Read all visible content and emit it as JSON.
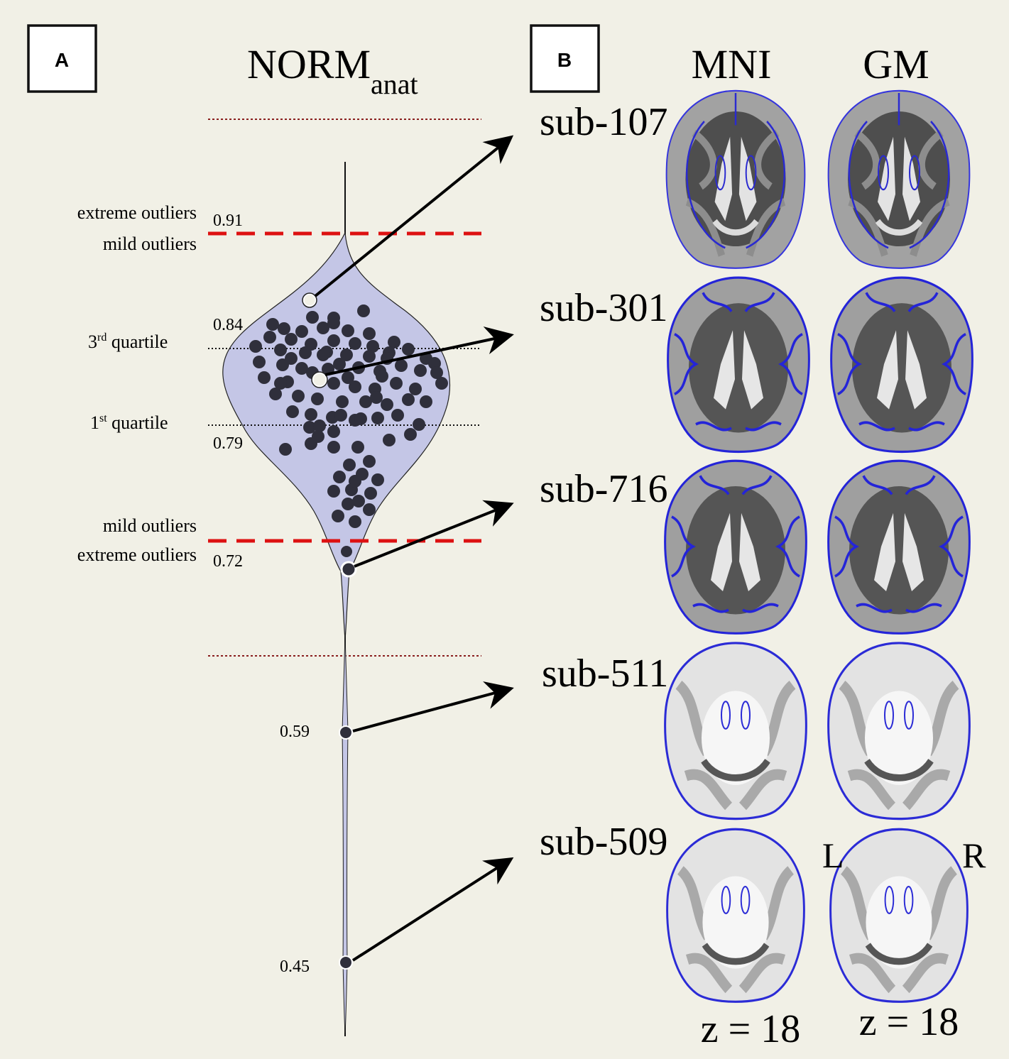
{
  "colors": {
    "background": "#f1f0e6",
    "violin_fill": "#c4c6e6",
    "dots": "#2f2f3b",
    "outlier_threshold": "#dd1111",
    "range_line": "#8a1f1f",
    "outline_blue": "#2727d6"
  },
  "panel_a": {
    "label": "A",
    "title_main": "NORM",
    "title_sub": "anat",
    "labels": {
      "extreme_upper": "extreme outliers",
      "mild_upper": "mild outliers",
      "q3_num": "3",
      "q3_sup": "rd",
      "q3_word": " quartile",
      "q1_num": "1",
      "q1_sup": "st",
      "q1_word": " quartile",
      "mild_lower": "mild outliers",
      "extreme_lower": "extreme outliers"
    },
    "values": {
      "upper_fence": "0.91",
      "q3": "0.84",
      "q1": "0.79",
      "lower_fence": "0.72",
      "outlier_1": "0.59",
      "outlier_2": "0.45"
    }
  },
  "panel_b": {
    "label": "B",
    "col_mni": "MNI",
    "col_gm": "GM",
    "subjects": [
      "sub-107",
      "sub-301",
      "sub-716",
      "sub-511",
      "sub-509"
    ],
    "orientation_left": "L",
    "orientation_right": "R",
    "slice_mni": "z = 18",
    "slice_gm": "z = 18"
  }
}
